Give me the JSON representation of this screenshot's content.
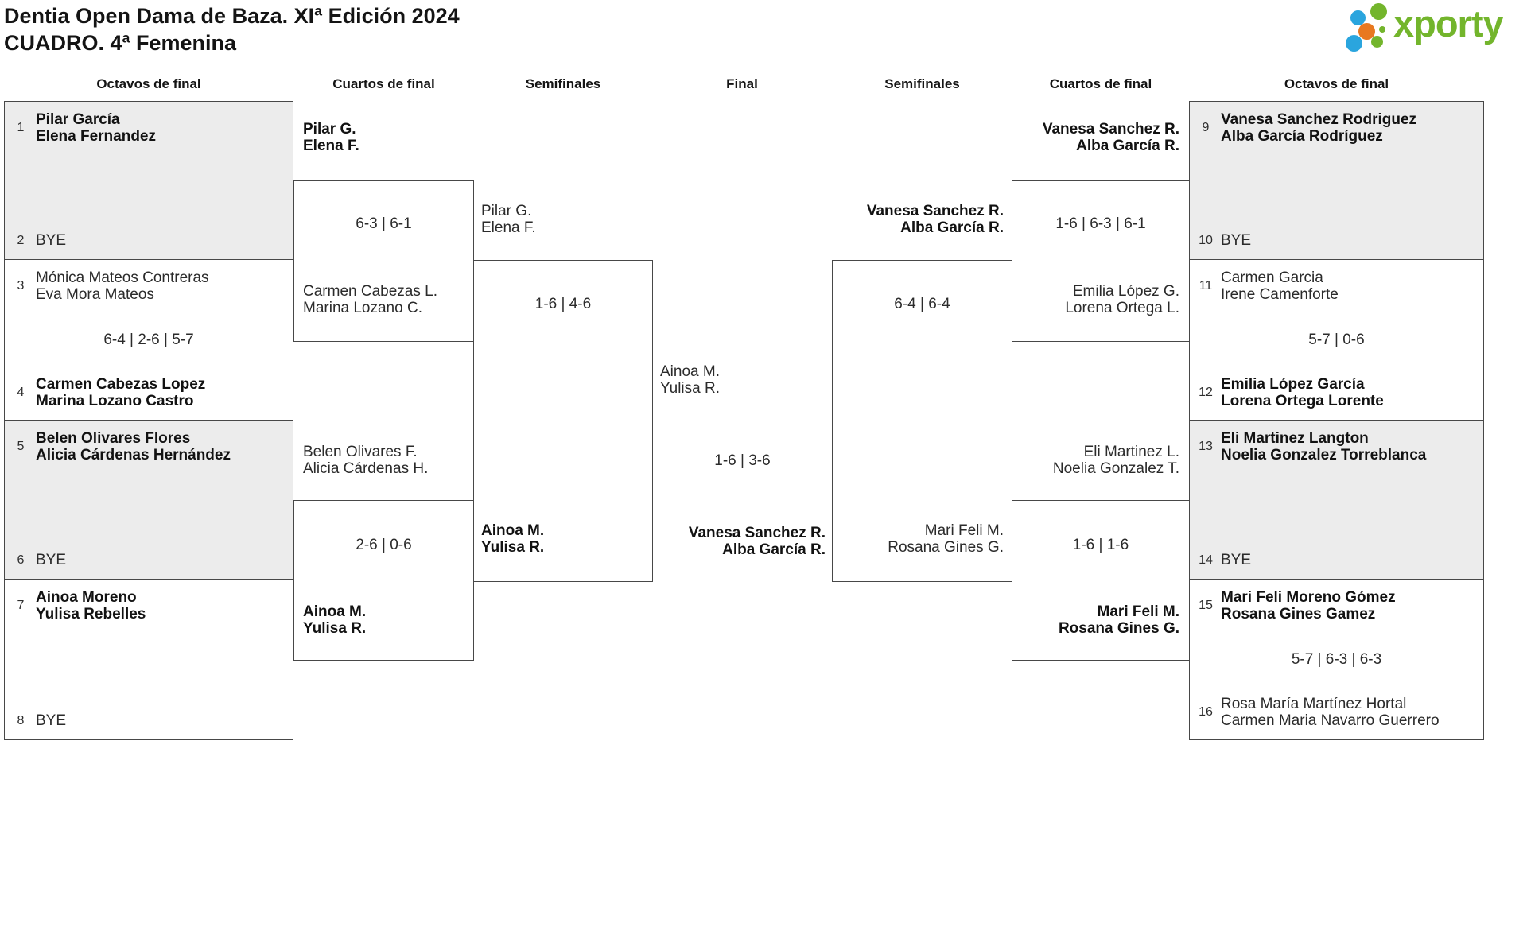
{
  "header": {
    "title_line1": "Dentia Open Dama de Baza. XIª Edición 2024",
    "title_line2": "CUADRO. 4ª Femenina",
    "brand": "xporty"
  },
  "rounds": {
    "l16": "Octavos de final",
    "lqf": "Cuartos de final",
    "lsf": "Semifinales",
    "f": "Final",
    "rsf": "Semifinales",
    "rqf": "Cuartos de final",
    "r16": "Octavos de final"
  },
  "colors": {
    "brand_green": "#73b52c",
    "dot_blue": "#2aa5de",
    "dot_orange": "#e87820",
    "box_shade": "#ececec",
    "line": "#474747"
  },
  "r16_left": [
    {
      "s1": "1",
      "n1a": "Pilar García",
      "n1b": "Elena Fernandez",
      "b1": true,
      "score": "",
      "s2": "2",
      "n2a": "BYE",
      "n2b": "",
      "b2": false
    },
    {
      "s1": "3",
      "n1a": "Mónica Mateos Contreras",
      "n1b": "Eva Mora Mateos",
      "b1": false,
      "score": "6-4 | 2-6 | 5-7",
      "s2": "4",
      "n2a": "Carmen Cabezas Lopez",
      "n2b": "Marina Lozano Castro",
      "b2": true
    },
    {
      "s1": "5",
      "n1a": "Belen Olivares Flores",
      "n1b": "Alicia Cárdenas Hernández",
      "b1": true,
      "score": "",
      "s2": "6",
      "n2a": "BYE",
      "n2b": "",
      "b2": false
    },
    {
      "s1": "7",
      "n1a": "Ainoa Moreno",
      "n1b": "Yulisa Rebelles",
      "b1": true,
      "score": "",
      "s2": "8",
      "n2a": "BYE",
      "n2b": "",
      "b2": false
    }
  ],
  "r16_right": [
    {
      "s1": "9",
      "n1a": "Vanesa Sanchez Rodriguez",
      "n1b": "Alba García Rodríguez",
      "b1": true,
      "score": "",
      "s2": "10",
      "n2a": "BYE",
      "n2b": "",
      "b2": false
    },
    {
      "s1": "11",
      "n1a": "Carmen Garcia",
      "n1b": "Irene Camenforte",
      "b1": false,
      "score": "5-7 | 0-6",
      "s2": "12",
      "n2a": "Emilia López García",
      "n2b": "Lorena Ortega Lorente",
      "b2": true
    },
    {
      "s1": "13",
      "n1a": "Eli Martinez Langton",
      "n1b": "Noelia Gonzalez Torreblanca",
      "b1": true,
      "score": "",
      "s2": "14",
      "n2a": "BYE",
      "n2b": "",
      "b2": false
    },
    {
      "s1": "15",
      "n1a": "Mari Feli Moreno Gómez",
      "n1b": "Rosana Gines Gamez",
      "b1": true,
      "score": "5-7 | 6-3 | 6-3",
      "s2": "16",
      "n2a": "Rosa María Martínez Hortal",
      "n2b": "Carmen Maria Navarro Guerrero",
      "b2": false
    }
  ],
  "qf_left": [
    {
      "t1a": "Pilar G.",
      "t1b": "Elena F.",
      "b1": true,
      "score": "6-3 | 6-1",
      "t2a": "Carmen Cabezas L.",
      "t2b": "Marina Lozano C.",
      "b2": false
    },
    {
      "t1a": "Belen Olivares F.",
      "t1b": "Alicia Cárdenas H.",
      "b1": false,
      "score": "2-6 | 0-6",
      "t2a": "Ainoa M.",
      "t2b": "Yulisa R.",
      "b2": true
    }
  ],
  "qf_right": [
    {
      "t1a": "Vanesa Sanchez R.",
      "t1b": "Alba García R.",
      "b1": true,
      "score": "1-6 | 6-3 | 6-1",
      "t2a": "Emilia López G.",
      "t2b": "Lorena Ortega L.",
      "b2": false
    },
    {
      "t1a": "Eli Martinez L.",
      "t1b": "Noelia Gonzalez T.",
      "b1": false,
      "score": "1-6 | 1-6",
      "t2a": "Mari Feli M.",
      "t2b": "Rosana Gines G.",
      "b2": true
    }
  ],
  "sf_left": {
    "t1a": "Pilar G.",
    "t1b": "Elena F.",
    "b1": false,
    "score": "1-6 | 4-6",
    "t2a": "Ainoa M.",
    "t2b": "Yulisa R.",
    "b2": true
  },
  "sf_right": {
    "t1a": "Vanesa Sanchez R.",
    "t1b": "Alba García R.",
    "b1": true,
    "score": "6-4 | 6-4",
    "t2a": "Mari Feli M.",
    "t2b": "Rosana Gines G.",
    "b2": false
  },
  "final": {
    "t1a": "Ainoa M.",
    "t1b": "Yulisa R.",
    "b1": false,
    "score": "1-6 | 3-6",
    "t2a": "Vanesa Sanchez R.",
    "t2b": "Alba García R.",
    "b2": true
  }
}
